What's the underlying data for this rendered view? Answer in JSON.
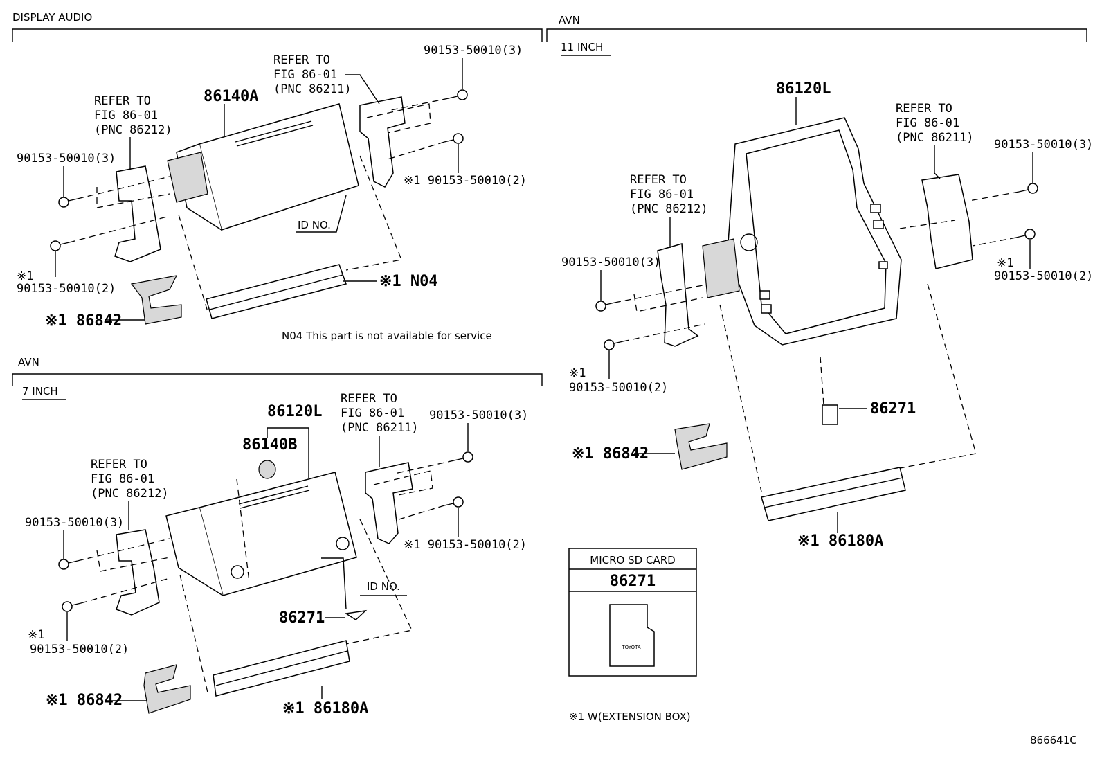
{
  "sections": {
    "display_audio": "DISPLAY AUDIO",
    "avn_7": "AVN",
    "avn_7_sub": "7 INCH",
    "avn_11": "AVN",
    "avn_11_sub": "11 INCH"
  },
  "display_audio": {
    "refer_right": [
      "REFER TO",
      "FIG 86-01",
      "(PNC 86211)"
    ],
    "refer_left": [
      "REFER TO",
      "FIG 86-01",
      "(PNC 86212)"
    ],
    "part_main": "86140A",
    "screw_top_right": "90153-50010(3)",
    "screw_mid_right": "※1 90153-50010(2)",
    "screw_left": "90153-50010(3)",
    "screw_left_lower_mark": "※1",
    "screw_left_lower": "90153-50010(2)",
    "id_no": "ID NO.",
    "n04": "※1 N04",
    "cable": "※1 86842",
    "note": "N04  This part is not available for service"
  },
  "avn7": {
    "part_main": "86120L",
    "part_disc": "86140B",
    "refer_right": [
      "REFER TO",
      "FIG 86-01",
      "(PNC 86211)"
    ],
    "refer_left": [
      "REFER TO",
      "FIG 86-01",
      "(PNC 86212)"
    ],
    "screw_top_right": "90153-50010(3)",
    "screw_mid_right": "※1 90153-50010(2)",
    "screw_left": "90153-50010(3)",
    "screw_left_lower_mark": "※1",
    "screw_left_lower": "90153-50010(2)",
    "id_no": "ID NO.",
    "sd": "86271",
    "cable": "※1 86842",
    "box": "※1 86180A"
  },
  "avn11": {
    "part_main": "86120L",
    "refer_right": [
      "REFER TO",
      "FIG 86-01",
      "(PNC 86211)"
    ],
    "refer_left": [
      "REFER TO",
      "FIG 86-01",
      "(PNC 86212)"
    ],
    "screw_top_right": "90153-50010(3)",
    "screw_right_lower_mark": "※1",
    "screw_right_lower": "90153-50010(2)",
    "screw_left": "90153-50010(3)",
    "screw_left_lower_mark": "※1",
    "screw_left_lower": "90153-50010(2)",
    "sd": "86271",
    "cable": "※1 86842",
    "box": "※1 86180A"
  },
  "sd_card_box": {
    "title": "MICRO SD CARD",
    "part": "86271",
    "brand": "TOYOTA"
  },
  "footnote": "※1 W(EXTENSION BOX)",
  "figure_id": "866641C"
}
